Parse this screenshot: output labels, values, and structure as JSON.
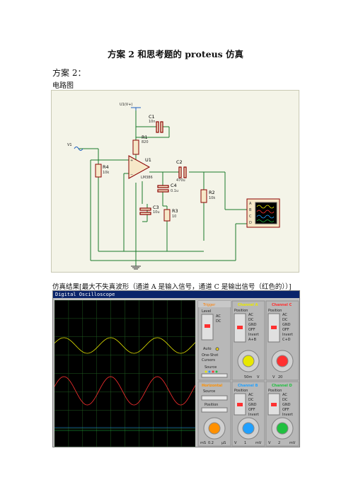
{
  "doc": {
    "title": "方案 2 和思考题的 proteus 仿真",
    "subtitle": "方案 2：",
    "caption_circuit": "电路图",
    "caption_result": "仿真结果[最大不失真波形（通道 A 是输入信号，通道 C 是输出信号（红色的））]"
  },
  "schematic": {
    "vcc": "U1(V+)",
    "source": "V1",
    "c1": {
      "name": "C1",
      "value": "10n"
    },
    "r1": {
      "name": "R1",
      "value": "820"
    },
    "u1": {
      "name": "U1",
      "part": "LM386"
    },
    "r4": {
      "name": "R4",
      "value": "10k"
    },
    "c2": {
      "name": "C2",
      "value": "470u"
    },
    "c4": {
      "name": "C4",
      "value": "0.1u"
    },
    "c3": {
      "name": "C3",
      "value": "10u"
    },
    "r3": {
      "name": "R3",
      "value": "10"
    },
    "r2": {
      "name": "R2",
      "value": "10k"
    },
    "pins": [
      "A",
      "B",
      "C",
      "D"
    ]
  },
  "scope": {
    "window_title": "Digital Oscilloscope",
    "channels": {
      "a": {
        "label": "Channel A",
        "color": "#e8e800"
      },
      "b": {
        "label": "Channel B",
        "color": "#20a0ff"
      },
      "c": {
        "label": "Channel C",
        "color": "#ff3030"
      },
      "d": {
        "label": "Channel D",
        "color": "#20c040"
      },
      "trigger": {
        "label": "Trigger",
        "color": "#ff8000"
      },
      "horizontal": {
        "label": "Horizontal",
        "color": "#ff9000"
      }
    },
    "coupling": [
      "AC",
      "DC",
      "GND",
      "OFF"
    ],
    "invert": "Invert",
    "position": "Position",
    "level": "Level",
    "auto": "Auto",
    "one_shot": "One-Shot",
    "cursors": "Cursors",
    "source": "Source",
    "a_plus_b": "A+B",
    "c_plus_d": "C+D",
    "knob_a": "50m",
    "knob_c": "20",
    "knob_b": "1",
    "knob_d": "2",
    "knob_h": "0.2",
    "unit_v": "V",
    "unit_mv": "mV",
    "unit_ms": "mS",
    "unit_us": "μS"
  }
}
